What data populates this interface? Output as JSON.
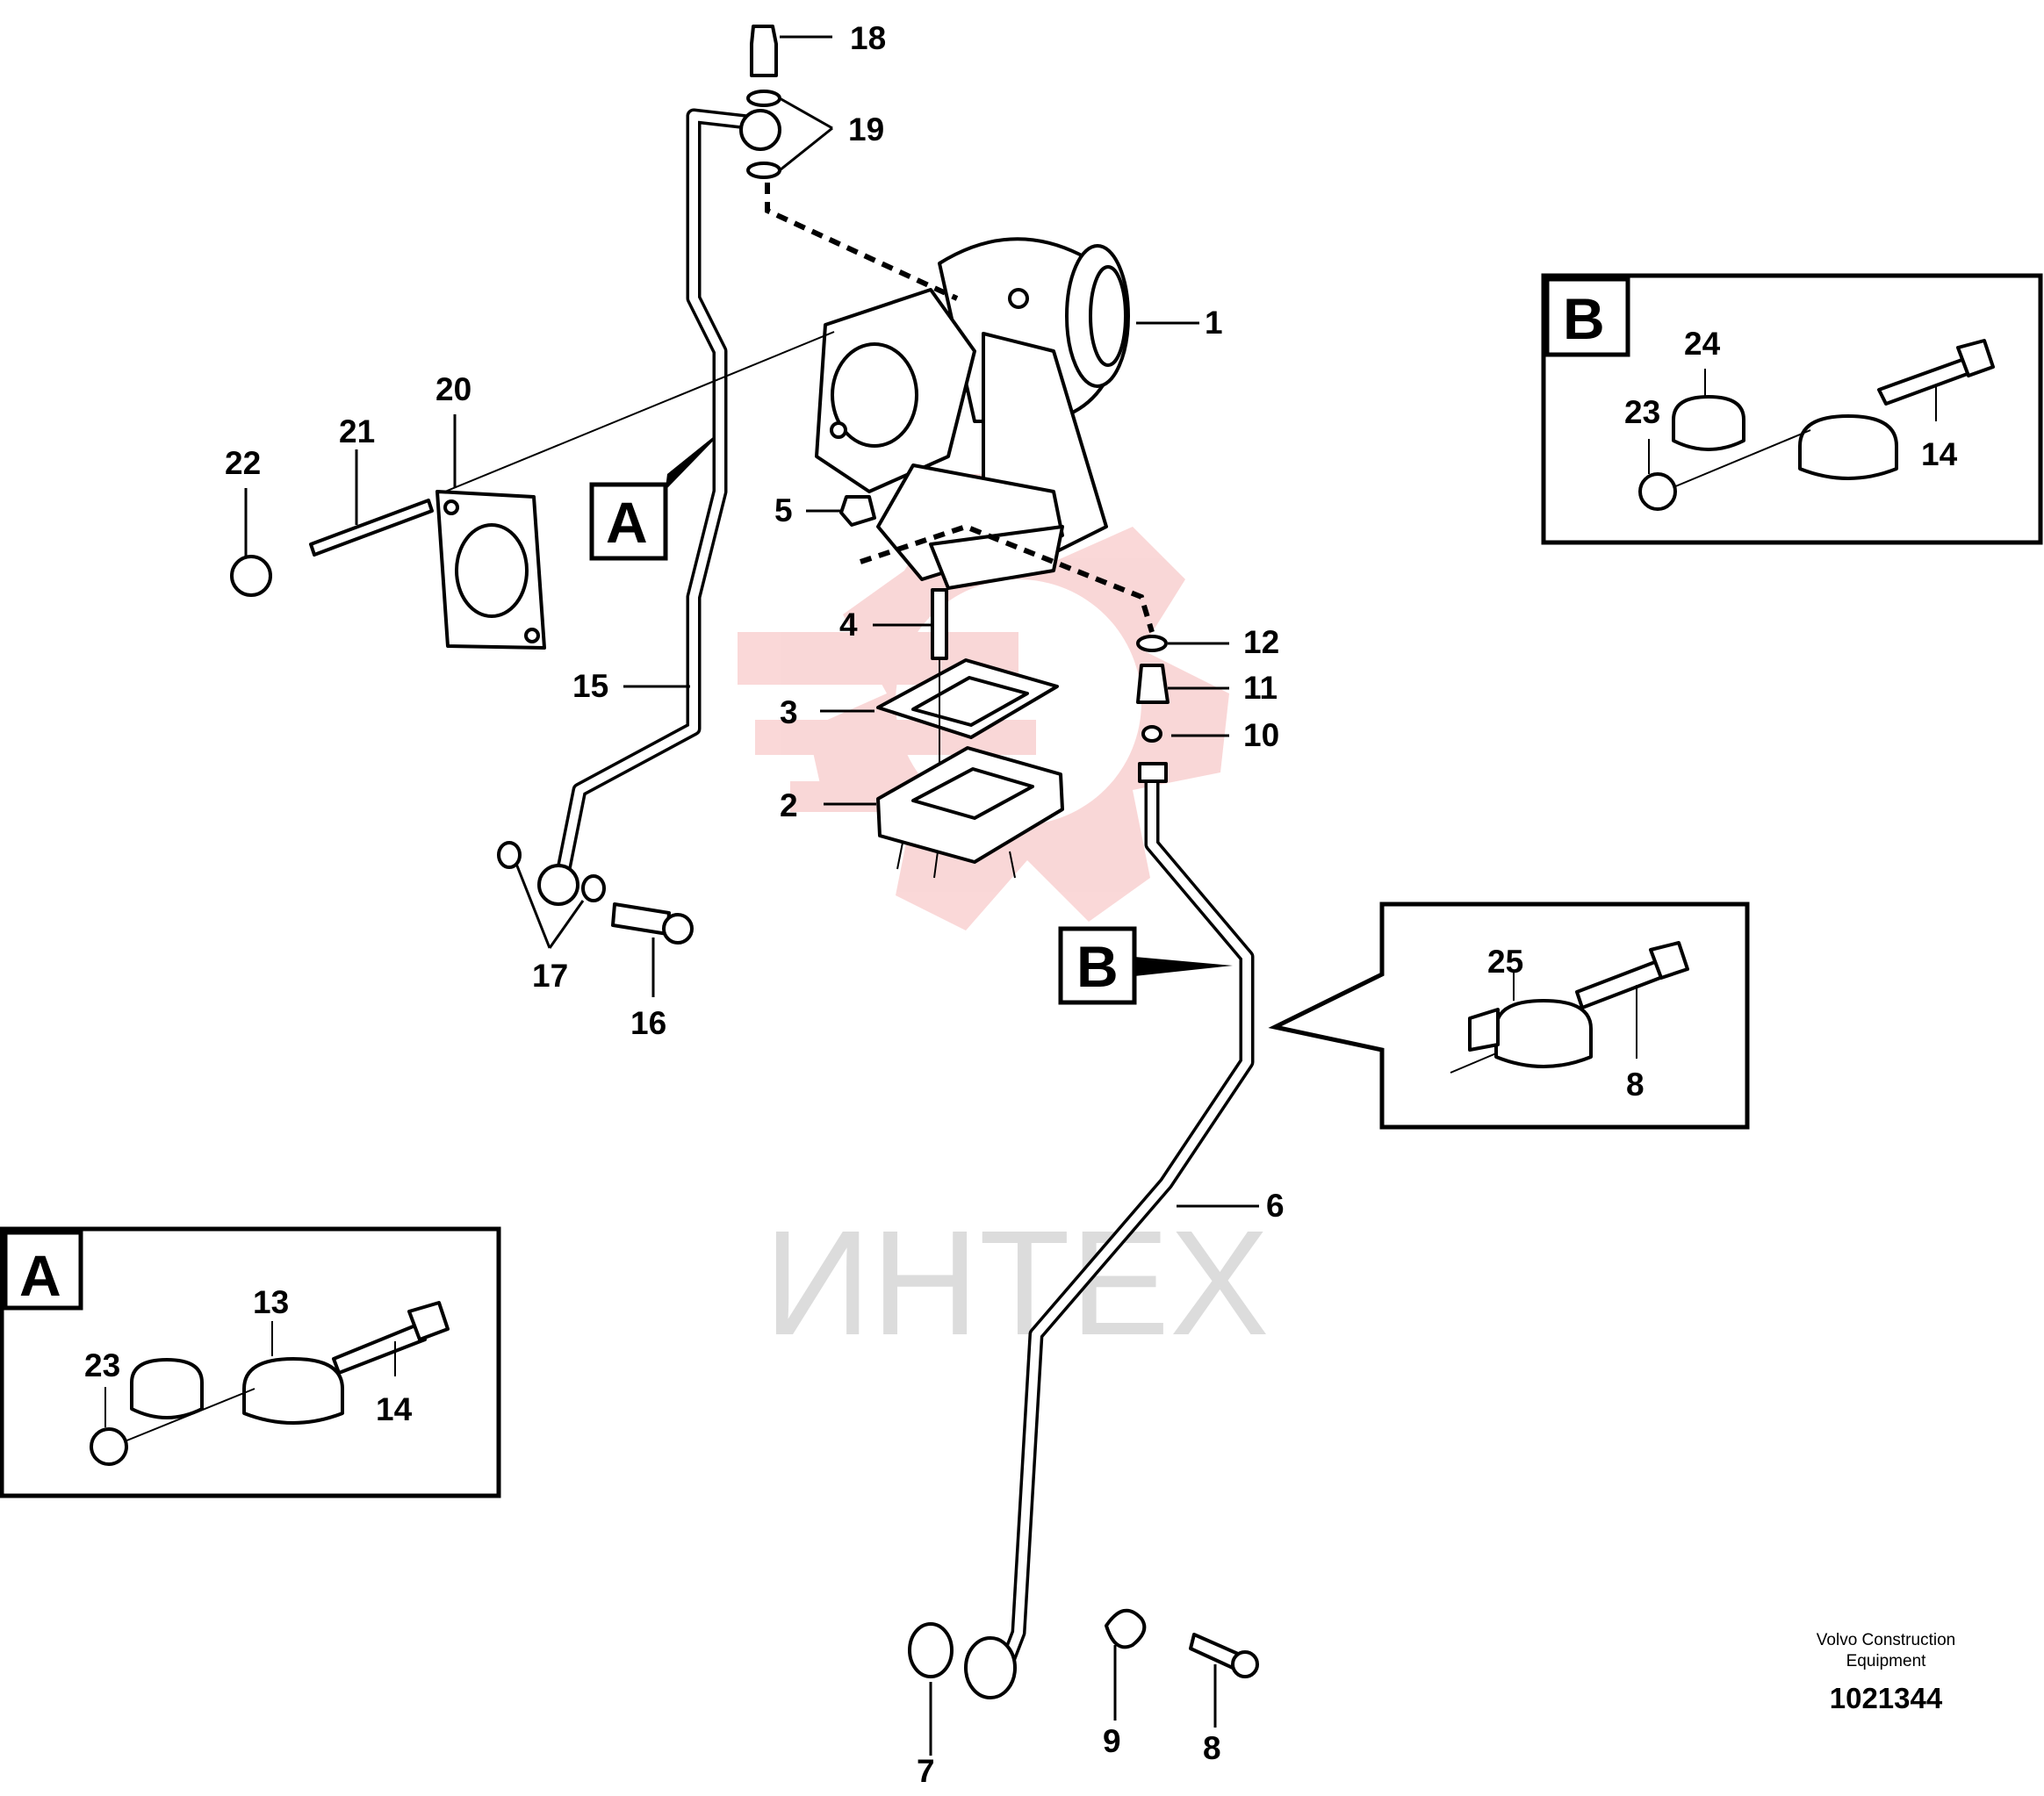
{
  "watermark": {
    "text": "ИНТЕХ",
    "color": "#f5b8b8"
  },
  "detail_views": {
    "A": {
      "letter": "A",
      "labels": [
        "13",
        "23",
        "14"
      ]
    },
    "B_top": {
      "letter": "B",
      "labels": [
        "24",
        "23",
        "14"
      ]
    },
    "B_inline": {
      "labels": [
        "25",
        "8"
      ]
    }
  },
  "view_markers": {
    "A": "A",
    "B": "B"
  },
  "callouts": {
    "c1": "1",
    "c2": "2",
    "c3": "3",
    "c4": "4",
    "c5": "5",
    "c6": "6",
    "c7": "7",
    "c8": "8",
    "c9": "9",
    "c10": "10",
    "c11": "11",
    "c12": "12",
    "c15": "15",
    "c16": "16",
    "c17": "17",
    "c18": "18",
    "c19": "19",
    "c20": "20",
    "c21": "21",
    "c22": "22"
  },
  "credit": {
    "line1": "Volvo Construction",
    "line2": "Equipment",
    "doc_number": "1021344"
  }
}
